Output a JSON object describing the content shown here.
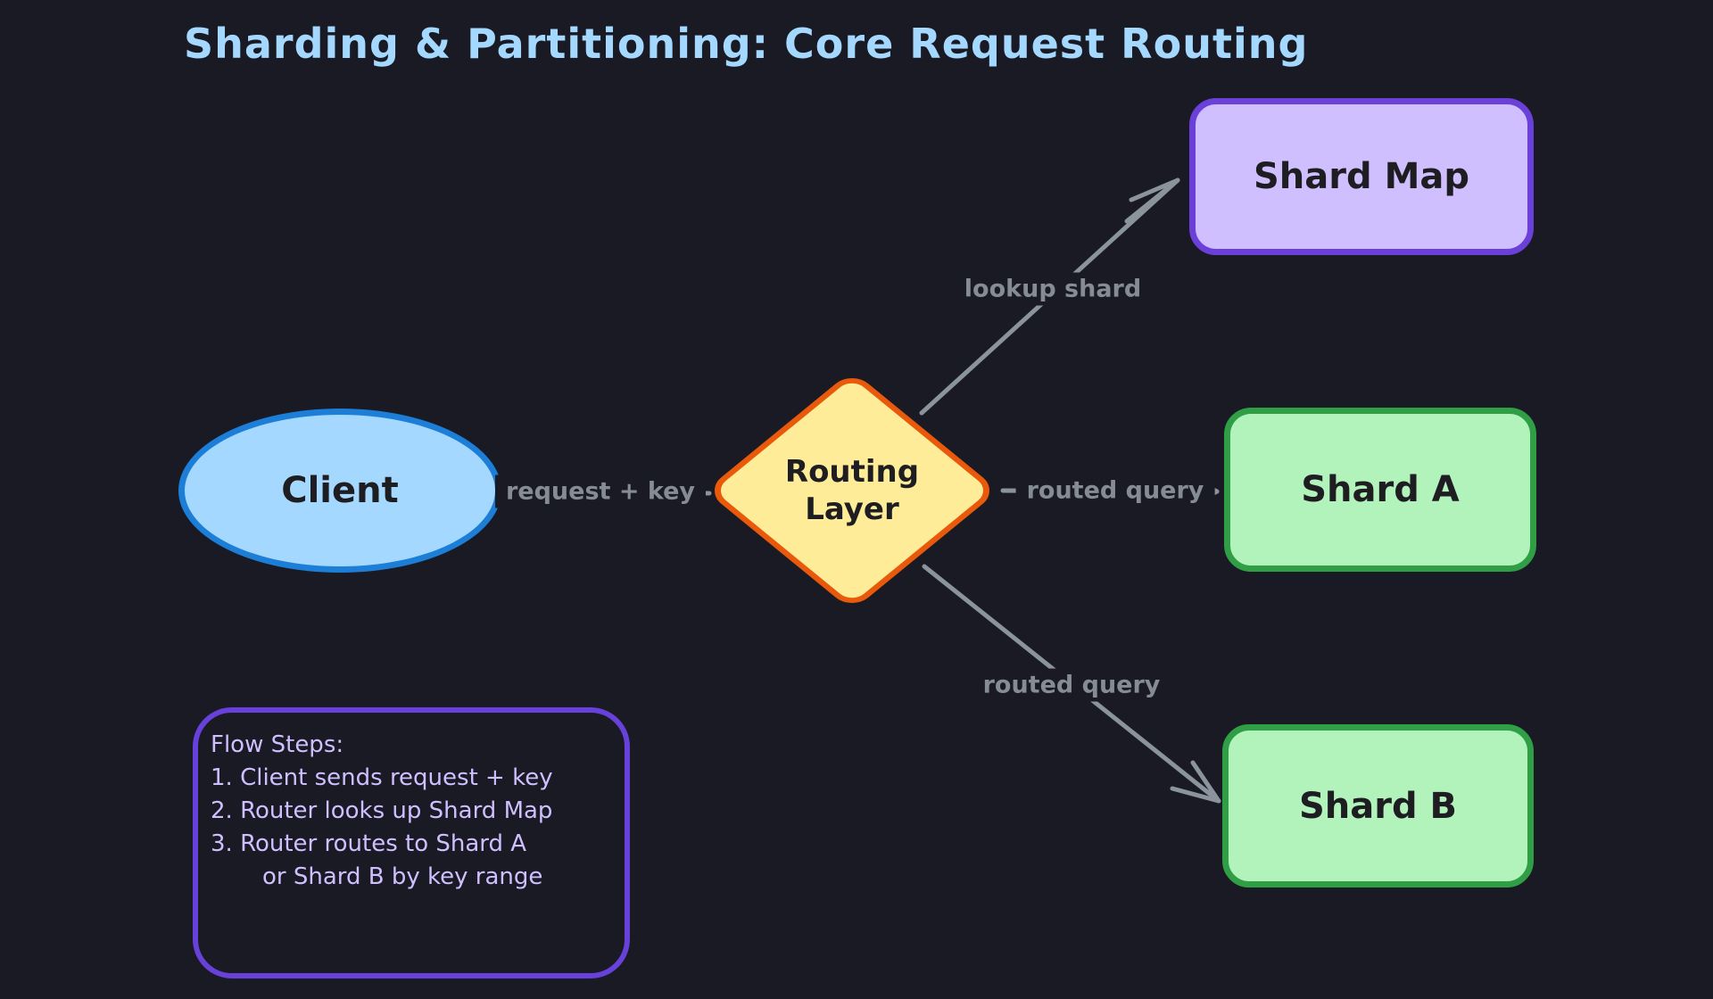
{
  "title": "Sharding & Partitioning: Core Request Routing",
  "nodes": {
    "client": {
      "label": "Client",
      "shape": "ellipse"
    },
    "routing_layer": {
      "label": "Routing\nLayer",
      "shape": "diamond"
    },
    "shard_map": {
      "label": "Shard Map",
      "shape": "rounded-rect"
    },
    "shard_a": {
      "label": "Shard A",
      "shape": "rounded-rect"
    },
    "shard_b": {
      "label": "Shard B",
      "shape": "rounded-rect"
    }
  },
  "edges": {
    "client_to_routing": {
      "label": "request + key",
      "from": "client",
      "to": "routing_layer"
    },
    "routing_to_shard_map": {
      "label": "lookup shard",
      "from": "routing_layer",
      "to": "shard_map"
    },
    "routing_to_shard_a": {
      "label": "routed query",
      "from": "routing_layer",
      "to": "shard_a"
    },
    "routing_to_shard_b": {
      "label": "routed query",
      "from": "routing_layer",
      "to": "shard_b"
    }
  },
  "flow_steps_panel": {
    "heading": "Flow Steps:",
    "line1": "1. Client sends request + key",
    "line2": "2. Router looks up Shard Map",
    "line3": "3. Router routes to Shard A",
    "line4": "or Shard B by key range"
  },
  "colors": {
    "background": "#191a24",
    "title_text": "#a5d8ff",
    "client_fill": "#a5d8ff",
    "client_border": "#1c7ed6",
    "routing_fill": "#ffec99",
    "routing_border": "#e8590c",
    "shard_map_fill": "#d0bfff",
    "shard_map_border": "#6b40d8",
    "shard_fill": "#b2f2bb",
    "shard_border": "#2f9e44",
    "edge_line": "#8b939c",
    "edge_label_text": "#858c95",
    "flow_border": "#6741d9",
    "flow_text": "#d0bfff",
    "node_text": "#1d1d22"
  }
}
